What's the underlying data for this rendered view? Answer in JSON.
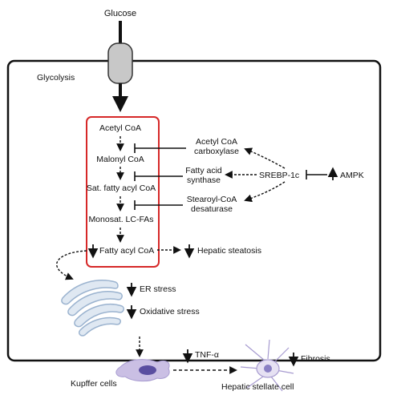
{
  "diagram": {
    "glucose": "Glucose",
    "glycolysis": "Glycolysis",
    "pathway": {
      "acetyl_coa": "Acetyl CoA",
      "malonyl_coa": "Malonyl CoA",
      "sat_fatty_acyl_coa": "Sat. fatty acyl CoA",
      "monosat_lc_fas": "Monosat. LC-FAs",
      "fatty_acyl_coa": "Fatty acyl CoA"
    },
    "enzymes": {
      "acc_line1": "Acetyl CoA",
      "acc_line2": "carboxylase",
      "fas_line1": "Fatty acid",
      "fas_line2": "synthase",
      "scd_line1": "Stearoyl-CoA",
      "scd_line2": "desaturase"
    },
    "regulators": {
      "srebp": "SREBP-1c",
      "ampk": "AMPK"
    },
    "outcomes": {
      "hepatic_steatosis": "Hepatic steatosis",
      "er_stress": "ER stress",
      "oxidative_stress": "Oxidative stress",
      "tnf_alpha": "TNF-α",
      "fibrosis": "Fibrosis"
    },
    "cells": {
      "kupffer": "Kupffer cells",
      "stellate": "Hepatic stellate cell"
    },
    "colors": {
      "pathway_box": "#d62828",
      "transporter_fill": "#c8c8c8",
      "er_fill": "#dfe8f2",
      "er_stroke": "#9bb3cf",
      "kupffer_fill": "#cabfe4",
      "kupffer_nucleus": "#5a4ea0",
      "stellate_fill": "#e6e1f3",
      "stellate_nucleus": "#8a80c4"
    }
  }
}
